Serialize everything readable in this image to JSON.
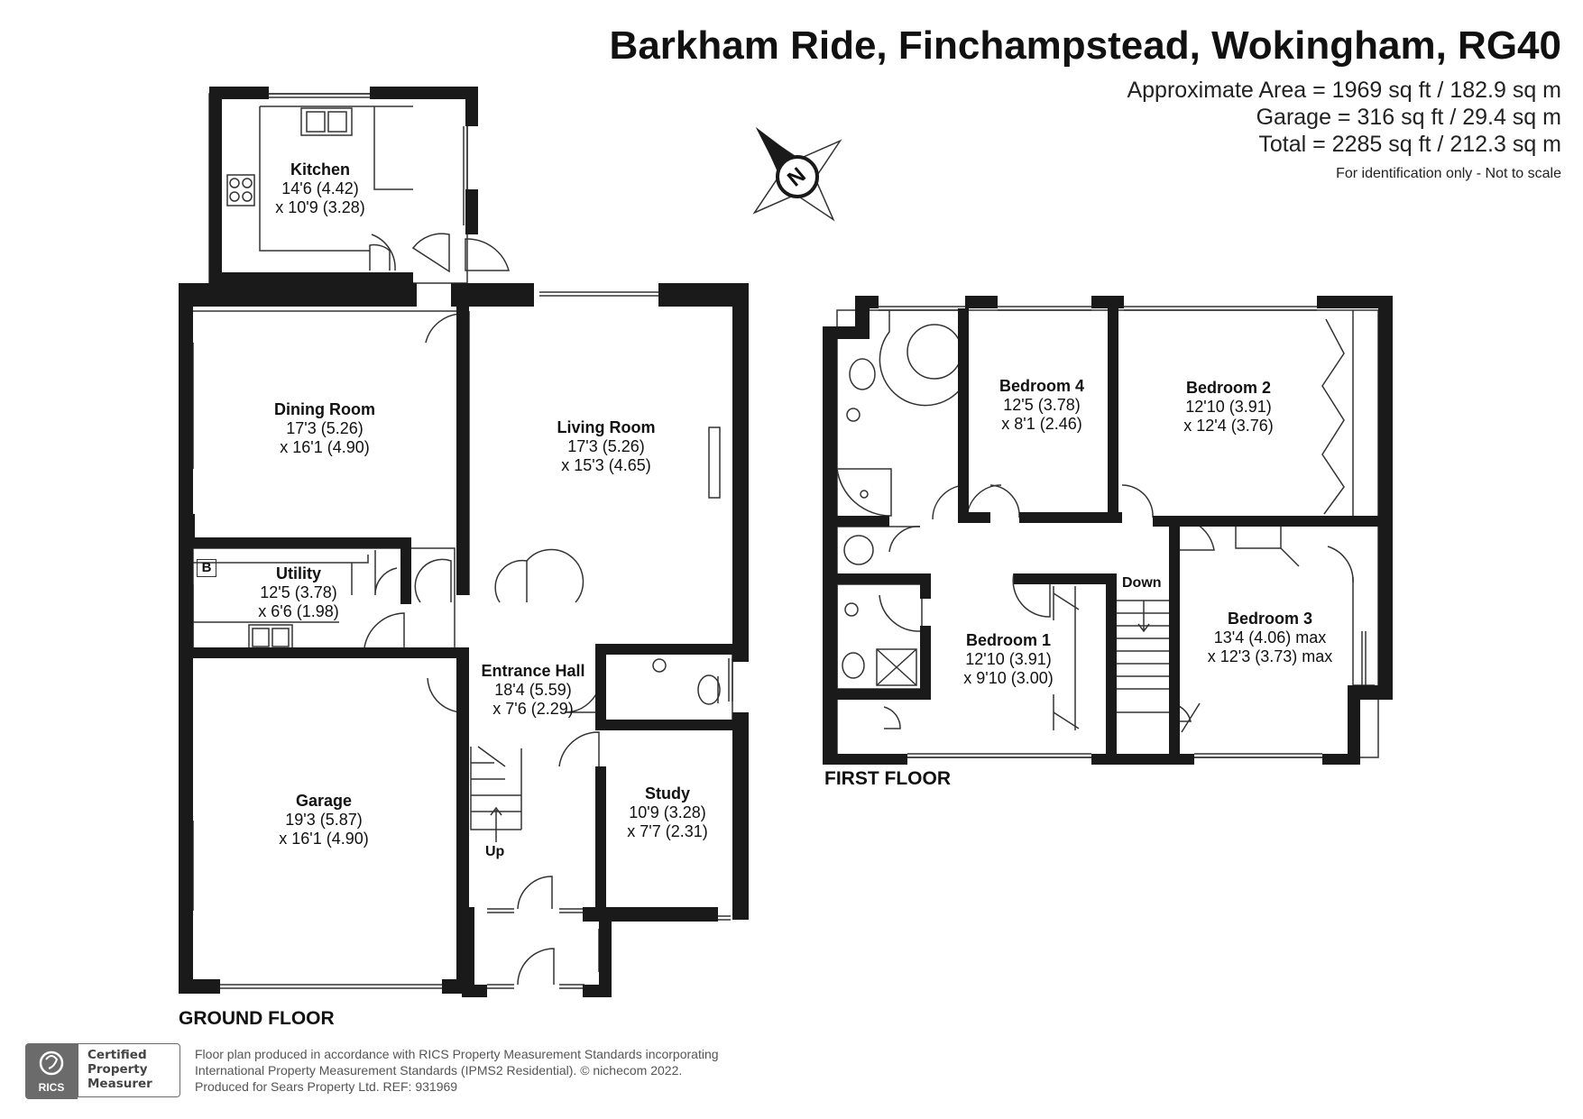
{
  "header": {
    "title": "Barkham Ride, Finchampstead, Wokingham, RG40",
    "areas": [
      "Approximate Area = 1969 sq ft / 182.9 sq m",
      "Garage = 316 sq ft / 29.4 sq m",
      "Total = 2285 sq ft / 212.3 sq m"
    ],
    "disclaimer": "For identification only - Not to scale"
  },
  "compass": {
    "label": "N"
  },
  "ground_floor": {
    "label": "GROUND FLOOR",
    "rooms": {
      "kitchen": {
        "name": "Kitchen",
        "dim1": "14'6 (4.42)",
        "dim2": "x 10'9 (3.28)"
      },
      "dining": {
        "name": "Dining Room",
        "dim1": "17'3 (5.26)",
        "dim2": "x 16'1 (4.90)"
      },
      "living": {
        "name": "Living Room",
        "dim1": "17'3 (5.26)",
        "dim2": "x 15'3 (4.65)"
      },
      "utility": {
        "name": "Utility",
        "dim1": "12'5 (3.78)",
        "dim2": "x 6'6 (1.98)"
      },
      "hall": {
        "name": "Entrance Hall",
        "dim1": "18'4 (5.59)",
        "dim2": "x 7'6 (2.29)"
      },
      "garage": {
        "name": "Garage",
        "dim1": "19'3 (5.87)",
        "dim2": "x 16'1 (4.90)"
      },
      "study": {
        "name": "Study",
        "dim1": "10'9 (3.28)",
        "dim2": "x 7'7 (2.31)"
      }
    },
    "boiler": "B",
    "stairs": "Up"
  },
  "first_floor": {
    "label": "FIRST FLOOR",
    "rooms": {
      "bed4": {
        "name": "Bedroom 4",
        "dim1": "12'5 (3.78)",
        "dim2": "x 8'1 (2.46)"
      },
      "bed2": {
        "name": "Bedroom 2",
        "dim1": "12'10 (3.91)",
        "dim2": "x 12'4 (3.76)"
      },
      "bed1": {
        "name": "Bedroom 1",
        "dim1": "12'10 (3.91)",
        "dim2": "x 9'10 (3.00)"
      },
      "bed3": {
        "name": "Bedroom 3",
        "dim1": "13'4 (4.06) max",
        "dim2": "x 12'3 (3.73) max"
      }
    },
    "stairs": "Down"
  },
  "footer": {
    "lines": [
      "Floor plan produced in accordance with RICS Property Measurement Standards incorporating",
      "International Property Measurement Standards (IPMS2 Residential).   © nichecom 2022.",
      "Produced for Sears Property Ltd.   REF: 931969"
    ],
    "badge": {
      "org": "RICS",
      "lines": [
        "Certified",
        "Property",
        "Measurer"
      ]
    }
  },
  "colors": {
    "wall": "#1a1a1a",
    "line": "#333333",
    "badge": "#6b6b6b"
  }
}
